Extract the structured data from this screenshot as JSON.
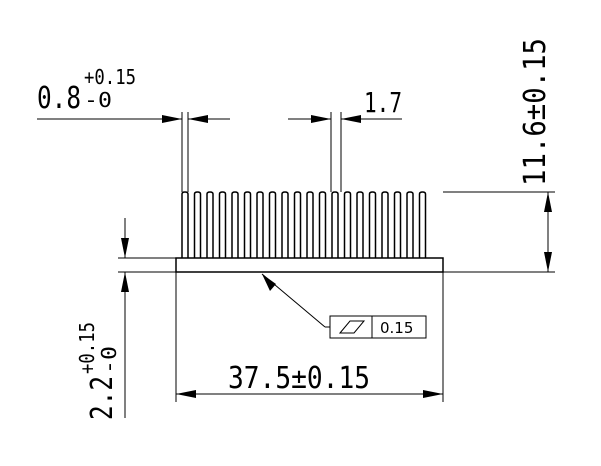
{
  "dimensions": {
    "fin_thickness": {
      "nominal": "0.8",
      "upper_tol": "+0.15",
      "lower_tol": "-0"
    },
    "fin_pitch": {
      "value": "1.7"
    },
    "total_height": {
      "value": "11.6±0.15"
    },
    "base_thickness": {
      "nominal": "2.2",
      "upper_tol": "+0.15",
      "lower_tol": "-0"
    },
    "overall_width": {
      "value": "37.5±0.15"
    }
  },
  "tolerance_frame": {
    "symbol": "flatness-icon",
    "value": "0.15"
  },
  "part": {
    "fin_count": 20
  }
}
